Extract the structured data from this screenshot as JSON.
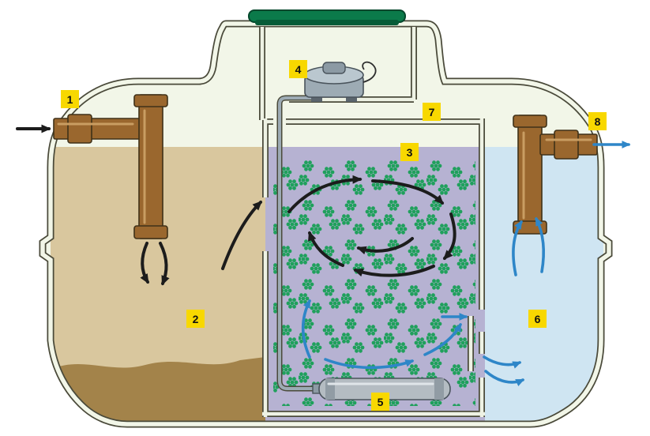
{
  "labels": [
    "1",
    "2",
    "3",
    "4",
    "5",
    "6",
    "7",
    "8"
  ],
  "colors": {
    "background": "#ffffff",
    "tank_shell": "#f2f6e8",
    "outline": "#4a4a3a",
    "frame_light": "#eef2e4",
    "primary_chamber_liquid": "#d9c79e",
    "sludge": "#a3834a",
    "aeration_chamber_liquid": "#b6b2d2",
    "clarifier_liquid": "#cfe5f2",
    "bio_media": "#1fa05c",
    "pipe_brown": "#9a672e",
    "pipe_highlight": "#c99d62",
    "lid_green": "#0b7a4a",
    "lid_dark": "#075c38",
    "pump_gray": "#9dabb4",
    "pump_top": "#bac7cf",
    "diffuser_gray": "#b4bcc2",
    "arrow_black": "#1c1c1c",
    "arrow_blue": "#2e86c8",
    "label_bg": "#f8d800",
    "label_text": "#111111"
  }
}
